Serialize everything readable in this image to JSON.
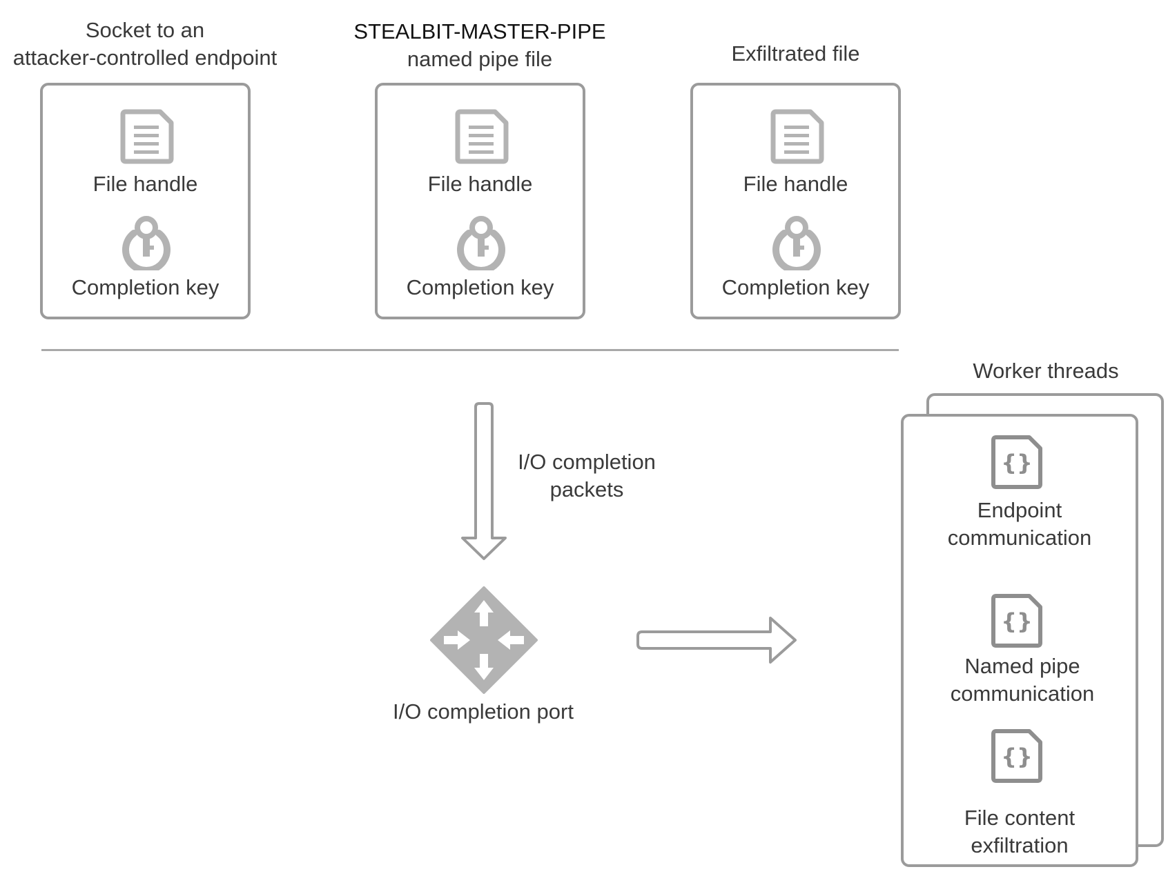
{
  "sources": [
    {
      "caption_lines": [
        "Socket to an",
        "attacker-controlled endpoint"
      ],
      "handle_label": "File handle",
      "key_label": "Completion key"
    },
    {
      "caption_lines": [
        "STEALBIT-MASTER-PIPE",
        "named pipe file"
      ],
      "handle_label": "File handle",
      "key_label": "Completion key"
    },
    {
      "caption_lines": [
        "Exfiltrated file"
      ],
      "handle_label": "File handle",
      "key_label": "Completion key"
    }
  ],
  "packets_label": [
    "I/O completion",
    "packets"
  ],
  "port_label": "I/O completion port",
  "workers": {
    "title": "Worker threads",
    "items": [
      {
        "lines": [
          "Endpoint",
          "communication"
        ]
      },
      {
        "lines": [
          "Named pipe",
          "communication"
        ]
      },
      {
        "lines": [
          "File content",
          "exfiltration"
        ]
      }
    ]
  },
  "icons": {
    "document": "document-icon",
    "key": "key-icon",
    "port": "router-icon",
    "code": "code-file-icon"
  },
  "colors": {
    "stroke": "#9b9b9b",
    "icon_fill": "#b3b3b3",
    "text": "#3a3a3a"
  }
}
